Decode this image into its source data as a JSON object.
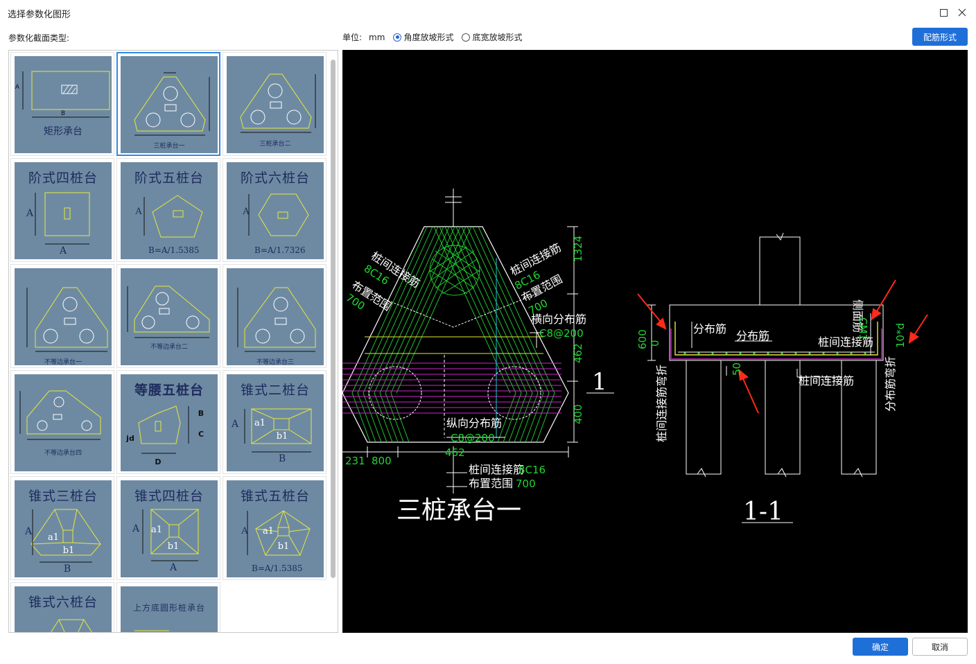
{
  "window": {
    "title": "选择参数化图形"
  },
  "left": {
    "label": "参数化截面类型:"
  },
  "options": {
    "unit_label": "单位:",
    "unit_value": "mm",
    "radio_angle": "角度放坡形式",
    "radio_width": "底宽放坡形式",
    "selected": "角度放坡形式"
  },
  "buttons": {
    "rebar": "配筋形式",
    "ok": "确定",
    "cancel": "取消"
  },
  "shapes": [
    {
      "title": "",
      "caption": "矩形承台",
      "dim_a": "A",
      "dim_b": "B"
    },
    {
      "title": "",
      "caption": "三桩承台一"
    },
    {
      "title": "",
      "caption": "三桩承台二"
    },
    {
      "title": "阶式四桩台",
      "caption": "",
      "dim_a": "A",
      "dim_b": "A"
    },
    {
      "title": "阶式五桩台",
      "caption": "B=A/1.5385",
      "dim_a": "A"
    },
    {
      "title": "阶式六桩台",
      "caption": "B=A/1.7326",
      "dim_a": "A"
    },
    {
      "title": "",
      "caption": "不等边承台一"
    },
    {
      "title": "",
      "caption": "不等边承台二"
    },
    {
      "title": "",
      "caption": "不等边承台三"
    },
    {
      "title": "",
      "caption": "不等边承台四"
    },
    {
      "title": "等腰五桩台",
      "caption": "",
      "dim_b": "B",
      "dim_c": "C",
      "dim_d": "D",
      "dim_jd": "jd"
    },
    {
      "title": "锥式二桩台",
      "caption": "",
      "dim_a": "A",
      "dim_a1": "a1",
      "dim_b1": "b1",
      "dim_b": "B"
    },
    {
      "title": "锥式三桩台",
      "caption": "",
      "dim_a": "A",
      "dim_a1": "a1",
      "dim_b1": "b1",
      "dim_b": "B"
    },
    {
      "title": "锥式四桩台",
      "caption": "",
      "dim_a": "A",
      "dim_a1": "a1",
      "dim_b1": "b1",
      "dim_b": "A"
    },
    {
      "title": "锥式五桩台",
      "caption": "B=A/1.5385",
      "dim_a": "A",
      "dim_a1": "a1",
      "dim_b1": "b1"
    },
    {
      "title": "锥式六桩台",
      "caption": ""
    },
    {
      "title": "上方底圆形桩承台",
      "caption": ""
    }
  ],
  "preview": {
    "plan_title": "三桩承台一",
    "section_title": "1-1",
    "section_mark": "1",
    "labels": {
      "conn_rebar_left": "桩间连接筋",
      "conn_rebar_left_spec": "8C16",
      "layout_range_left": "布置范围",
      "layout_range_left_val": "700",
      "conn_rebar_right": "桩间连接筋",
      "conn_rebar_right_spec": "8C16",
      "layout_range_right": "布置范围",
      "layout_range_right_val": "700",
      "transverse": "横向分布筋",
      "transverse_spec": "C8@200",
      "longitudinal": "纵向分布筋",
      "longitudinal_spec": "C8@200",
      "bottom_conn": "桩间连接筋",
      "bottom_conn_spec": "8C16",
      "bottom_range": "布置范围",
      "bottom_range_val": "700",
      "dim_1324": "1324",
      "dim_462": "462",
      "dim_400": "400",
      "dim_231": "231",
      "dim_800": "800",
      "dim_462b": "462",
      "sec_dist1": "分布筋",
      "sec_dist2": "分布筋",
      "sec_conn": "桩间连接筋",
      "sec_side": "侧面筋",
      "sec_side_spec": "CM1",
      "sec_conn_bottom": "桩间连接筋",
      "sec_600": "600",
      "sec_0": "0",
      "sec_50": "50",
      "sec_10d": "10*d",
      "sec_conn_bend": "桩间连接筋弯折",
      "sec_dist_bend": "分布筋弯折"
    }
  },
  "colors": {
    "accent": "#1f6fd8",
    "thumb_bg": "#6e8aa3",
    "cad_green": "#22d633",
    "cad_yellow": "#e8e838",
    "cad_magenta": "#d024d0",
    "cad_cyan": "#23c6d8",
    "cad_red": "#ff2a1a"
  }
}
